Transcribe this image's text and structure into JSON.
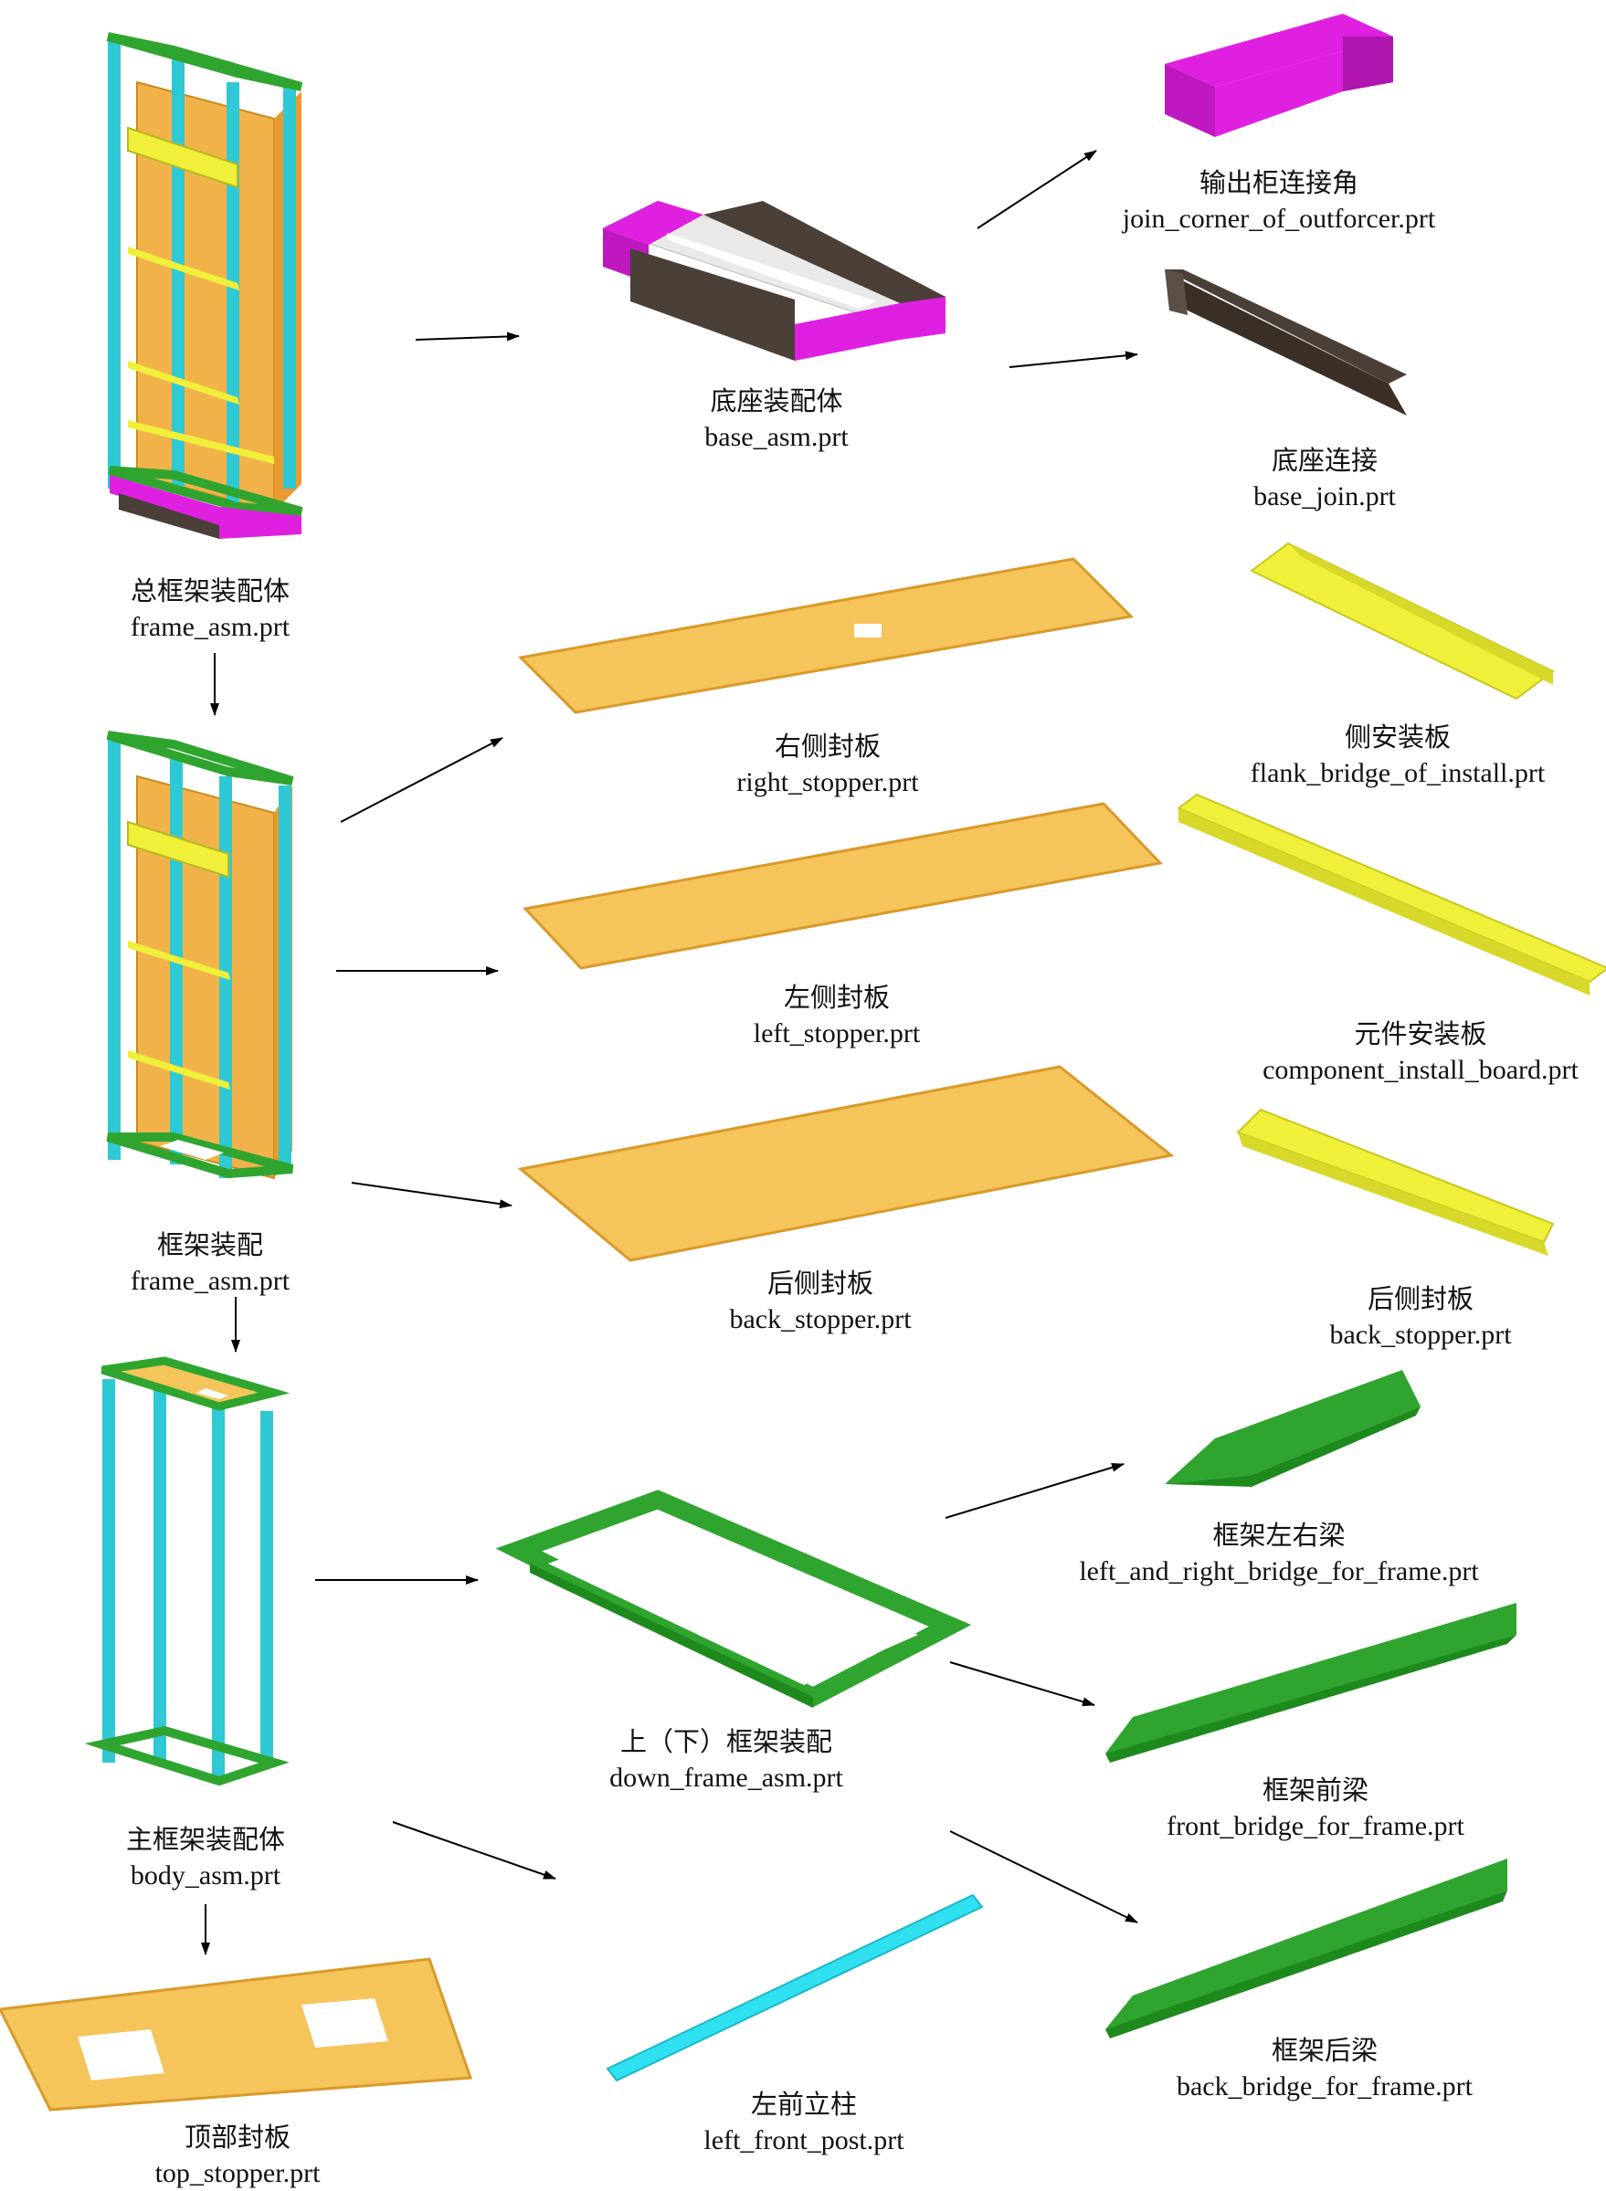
{
  "parts": {
    "frame_asm_total": {
      "cn": "总框架装配体",
      "en": "frame_asm.prt"
    },
    "base_asm": {
      "cn": "底座装配体",
      "en": "base_asm.prt"
    },
    "join_corner": {
      "cn": "输出柜连接角",
      "en": "join_corner_of_outforcer.prt"
    },
    "base_join": {
      "cn": "底座连接",
      "en": "base_join.prt"
    },
    "frame_asm": {
      "cn": "框架装配",
      "en": "frame_asm.prt"
    },
    "right_stopper": {
      "cn": "右侧封板",
      "en": "right_stopper.prt"
    },
    "flank_bridge": {
      "cn": "侧安装板",
      "en": "flank_bridge_of_install.prt"
    },
    "left_stopper": {
      "cn": "左侧封板",
      "en": "left_stopper.prt"
    },
    "component_board": {
      "cn": "元件安装板",
      "en": "component_install_board.prt"
    },
    "back_stopper": {
      "cn": "后侧封板",
      "en": "back_stopper.prt"
    },
    "back_stopper2": {
      "cn": "后侧封板",
      "en": "back_stopper.prt"
    },
    "body_asm": {
      "cn": "主框架装配体",
      "en": "body_asm.prt"
    },
    "down_frame": {
      "cn": "上（下）框架装配",
      "en": "down_frame_asm.prt"
    },
    "lr_bridge": {
      "cn": "框架左右梁",
      "en": "left_and_right_bridge_for_frame.prt"
    },
    "front_bridge": {
      "cn": "框架前梁",
      "en": "front_bridge_for_frame.prt"
    },
    "back_bridge": {
      "cn": "框架后梁",
      "en": "back_bridge_for_frame.prt"
    },
    "top_stopper": {
      "cn": "顶部封板",
      "en": "top_stopper.prt"
    },
    "left_front_post": {
      "cn": "左前立柱",
      "en": "left_front_post.prt"
    }
  },
  "colors": {
    "cyan": "#2ec9d4",
    "green": "#2fa52f",
    "darkgreen": "#1e8a1e",
    "magenta": "#e020e0",
    "brown": "#4a4038",
    "yellow": "#f0ef3a",
    "panel": "#f5c45a",
    "panel_edge": "#d99a2a",
    "orange_back": "#e8a85a"
  }
}
